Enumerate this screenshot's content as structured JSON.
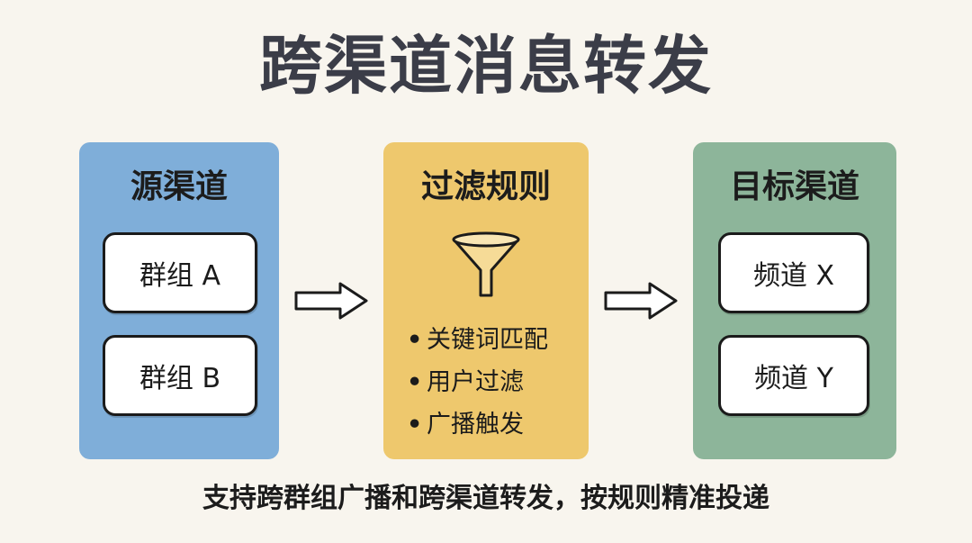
{
  "title": "跨渠道消息转发",
  "source": {
    "heading": "源渠道",
    "items": [
      "群组 A",
      "群组 B"
    ]
  },
  "filter": {
    "heading": "过滤规则",
    "icon": "funnel-icon",
    "rules": [
      "关键词匹配",
      "用户过滤",
      "广播触发"
    ]
  },
  "target": {
    "heading": "目标渠道",
    "items": [
      "频道 X",
      "频道 Y"
    ]
  },
  "caption": "支持跨群组广播和跨渠道转发，按规则精准投递",
  "colors": {
    "background": "#F8F5EE",
    "title": "#3B3D48",
    "source_panel": "#7FAED9",
    "filter_panel": "#EEC86D",
    "target_panel": "#8DB59A"
  }
}
